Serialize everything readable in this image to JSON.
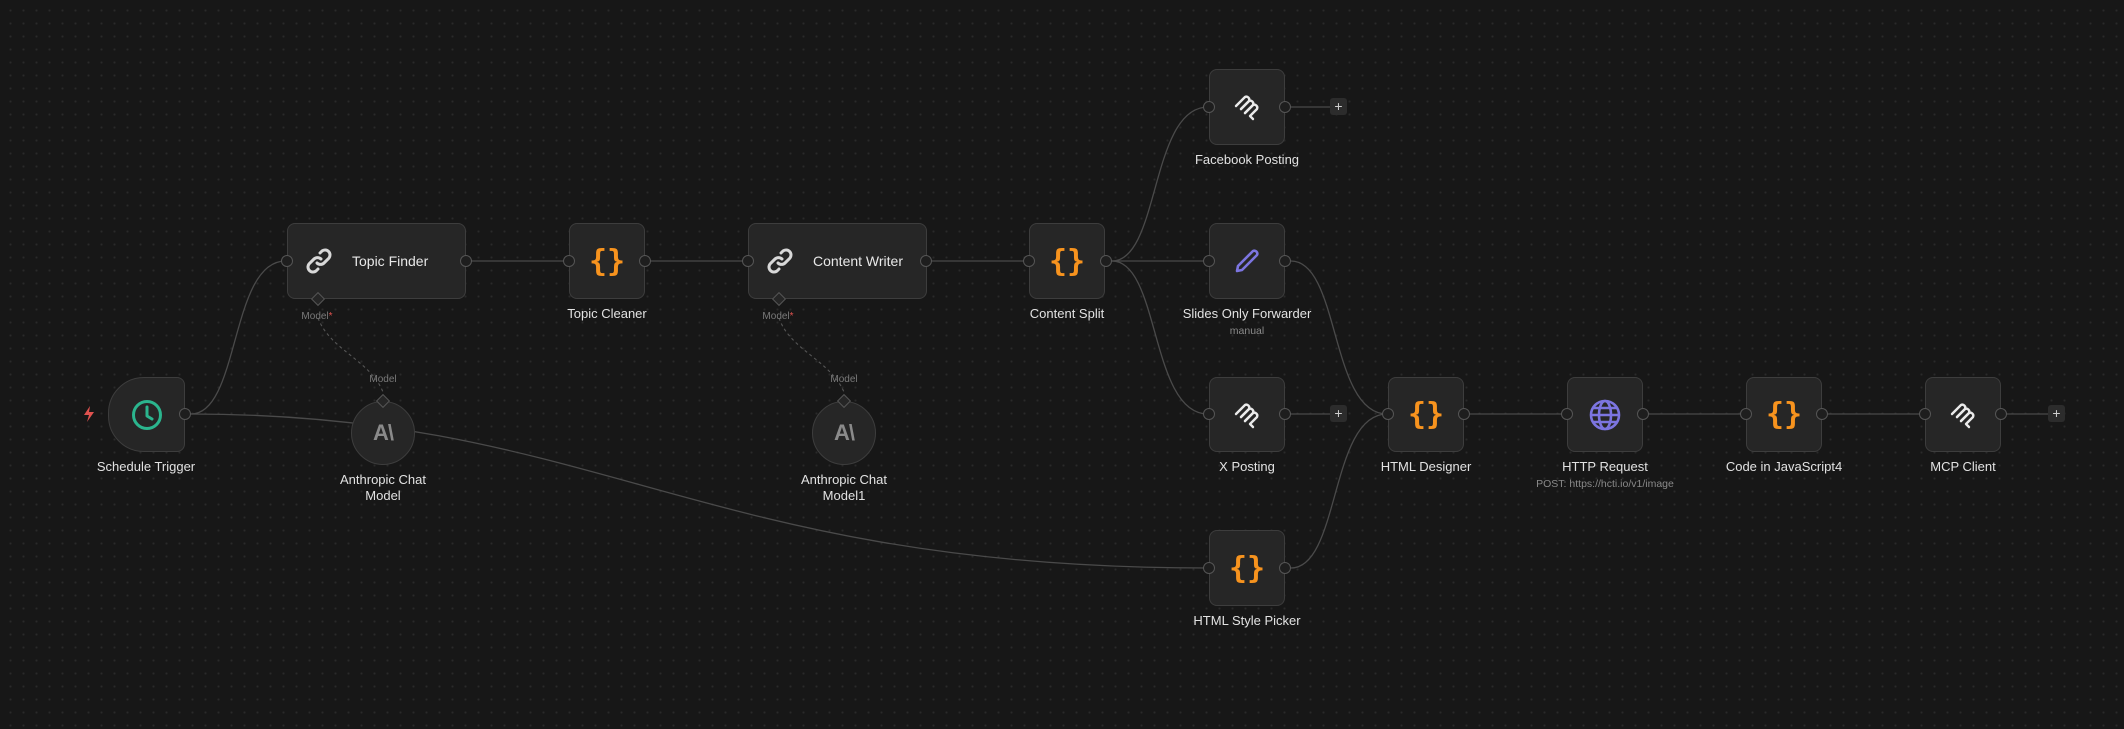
{
  "colors": {
    "background": "#171717",
    "node_bg": "#262626",
    "node_border": "#3d3d3d",
    "code_orange": "#f7931e",
    "schedule_green": "#2bb58e",
    "http_purple": "#7c75e0",
    "trigger_red": "#e0524f"
  },
  "nodes": {
    "schedule_trigger": {
      "label": "Schedule Trigger",
      "icon": "clock-icon"
    },
    "topic_finder": {
      "label": "Topic Finder",
      "icon": "link-icon",
      "port_label": "Model",
      "port_required": "*"
    },
    "topic_cleaner": {
      "label": "Topic Cleaner",
      "icon": "code-braces-icon"
    },
    "content_writer": {
      "label": "Content Writer",
      "icon": "link-icon",
      "port_label": "Model",
      "port_required": "*"
    },
    "content_split": {
      "label": "Content Split",
      "icon": "code-braces-icon"
    },
    "anthropic_model": {
      "label_line1": "Anthropic Chat",
      "label_line2": "Model",
      "port_label": "Model",
      "icon": "anthropic-icon"
    },
    "anthropic_model1": {
      "label_line1": "Anthropic Chat",
      "label_line2": "Model1",
      "port_label": "Model",
      "icon": "anthropic-icon"
    },
    "facebook_posting": {
      "label": "Facebook Posting",
      "icon": "mcp-icon"
    },
    "slides_only_forwarder": {
      "label": "Slides Only Forwarder",
      "sublabel": "manual",
      "icon": "pencil-icon"
    },
    "x_posting": {
      "label": "X Posting",
      "icon": "mcp-icon"
    },
    "html_style_picker": {
      "label": "HTML Style Picker",
      "icon": "code-braces-icon"
    },
    "html_designer": {
      "label": "HTML Designer",
      "icon": "code-braces-icon"
    },
    "http_request": {
      "label": "HTTP Request",
      "sublabel": "POST: https://hcti.io/v1/image",
      "icon": "globe-icon"
    },
    "code_js4": {
      "label": "Code in JavaScript4",
      "icon": "code-braces-icon"
    },
    "mcp_client": {
      "label": "MCP Client",
      "icon": "mcp-icon"
    }
  },
  "glyphs": {
    "braces": "{}",
    "plus": "+"
  }
}
